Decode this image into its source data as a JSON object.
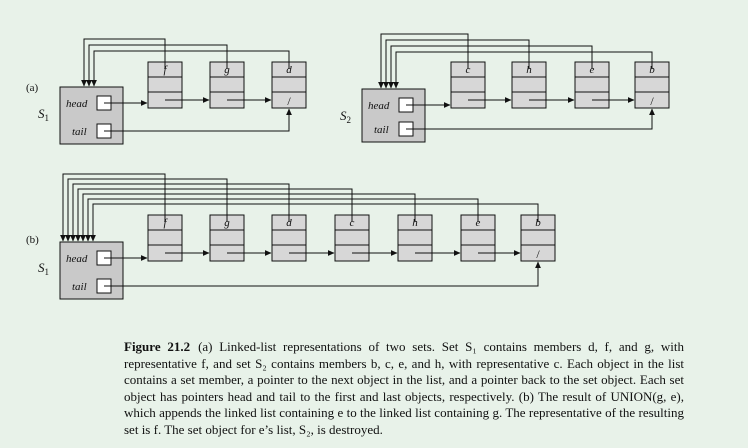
{
  "panels": [
    {
      "label": "(a)",
      "set_name": "S",
      "set_subscript": "1",
      "head_label": "head",
      "tail_label": "tail",
      "members": [
        "f",
        "g",
        "d"
      ]
    },
    {
      "label": "",
      "set_name": "S",
      "set_subscript": "2",
      "head_label": "head",
      "tail_label": "tail",
      "members": [
        "c",
        "h",
        "e",
        "b"
      ]
    },
    {
      "label": "(b)",
      "set_name": "S",
      "set_subscript": "1",
      "head_label": "head",
      "tail_label": "tail",
      "members": [
        "f",
        "g",
        "d",
        "c",
        "h",
        "e",
        "b"
      ]
    }
  ],
  "null_symbol": "/",
  "caption": {
    "figure_label": "Figure 21.2",
    "text": "(a) Linked-list representations of two sets. Set S₁ contains members d, f, and g, with representative f, and set S₂ contains members b, c, e, and h, with representative c. Each object in the list contains a set member, a pointer to the next object in the list, and a pointer back to the set object. Each set object has pointers head and tail to the first and last objects, respectively. (b) The result of UNION(g, e), which appends the linked list containing e to the linked list containing g. The representative of the resulting set is f. The set object for e’s list, S₂, is destroyed."
  },
  "colors": {
    "background": "#e8f2e9",
    "set_object_fill": "#c9c9c9",
    "member_fill": "#d7d7d7",
    "line": "#111111"
  }
}
